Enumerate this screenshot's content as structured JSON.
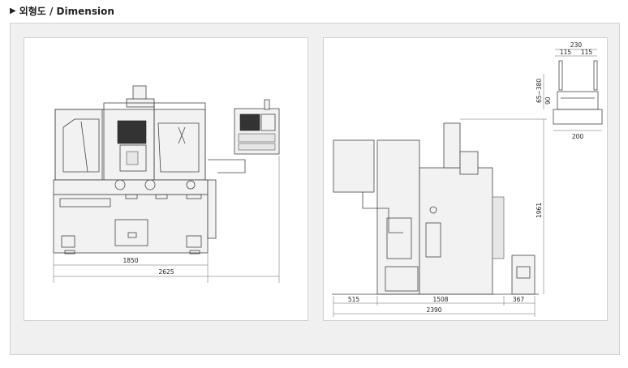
{
  "section": {
    "marker": "▶",
    "title": "외형도 / Dimension"
  },
  "front_view": {
    "dim_inner": "1850",
    "dim_outer": "2625"
  },
  "side_view": {
    "dim_height": "1961",
    "dim_left": "515",
    "dim_middle": "1508",
    "dim_right": "367",
    "dim_total": "2390"
  },
  "detail_view": {
    "dim_top_total": "230",
    "dim_top_left": "115",
    "dim_top_right": "115",
    "dim_side_range": "65~380",
    "dim_side_small": "90",
    "dim_bottom": "200"
  }
}
